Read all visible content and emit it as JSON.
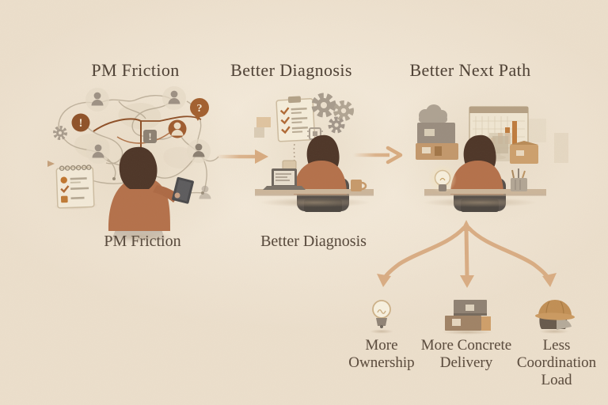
{
  "figure": {
    "stage_headers": [
      {
        "label": "PM Friction"
      },
      {
        "label": "Better Diagnosis"
      },
      {
        "label": "Better Next Path"
      }
    ],
    "stage_captions": [
      {
        "label": "PM Friction"
      },
      {
        "label": "Better Diagnosis"
      }
    ],
    "outcomes": [
      {
        "line1": "More",
        "line2": "Ownership",
        "icon": "lightbulb-icon"
      },
      {
        "line1": "More Concrete",
        "line2": "Delivery",
        "icon": "stacked-boxes-icon"
      },
      {
        "line1": "Less",
        "line2": "Coordination",
        "line3": "Load",
        "icon": "hard-hat-icon"
      }
    ],
    "scene_icons": {
      "stage1": [
        "person-node-icon",
        "exclamation-node-icon",
        "question-bubble-icon",
        "gear-icon",
        "notepad-checklist-icon",
        "tablet-icon"
      ],
      "stage2": [
        "checklist-clipboard-icon",
        "gears-icon",
        "chip-icon",
        "laptop-icon",
        "coffee-mug-icon"
      ],
      "stage3": [
        "cloud-icon",
        "planning-board-icon",
        "bar-chart-icon",
        "storage-boxes-icon",
        "lightbulb-icon",
        "pencil-cup-icon"
      ]
    },
    "colors": {
      "background": "#ecdfcc",
      "text": "#54463a",
      "arrow": "#d8ab80",
      "sweater": "#b4714b",
      "hair": "#4e3628",
      "node_brown": "#a05a2e",
      "muted_gray": "#a2968a",
      "cream": "#f5edda"
    }
  }
}
